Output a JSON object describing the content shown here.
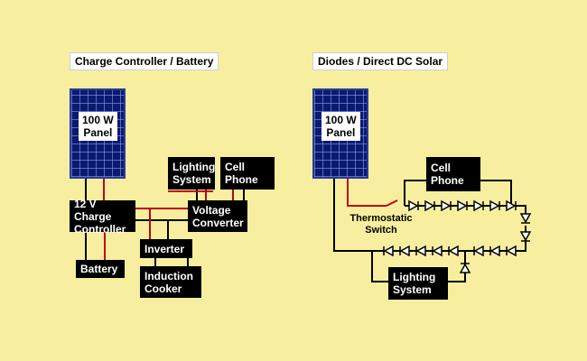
{
  "titles": {
    "left": "Charge Controller / Battery",
    "right": "Diodes / Direct DC Solar"
  },
  "left_diagram": {
    "panel_label": "100 W\nPanel",
    "charge_controller": "12 V Charge\nController",
    "battery": "Battery",
    "lighting_system": "Lighting\nSystem",
    "cell_phone": "Cell\nPhone",
    "voltage_converter": "Voltage\nConverter",
    "inverter": "Inverter",
    "induction_cooker": "Induction\nCooker"
  },
  "right_diagram": {
    "panel_label": "100 W\nPanel",
    "cell_phone": "Cell\nPhone",
    "thermostatic_switch": "Thermostatic\nSwitch",
    "lighting_system": "Lighting\nSystem"
  },
  "colors": {
    "background": "#f7ef9f",
    "wire_positive": "#c0001a",
    "wire_negative": "#000000",
    "panel_cells": "#0b1a6e"
  }
}
